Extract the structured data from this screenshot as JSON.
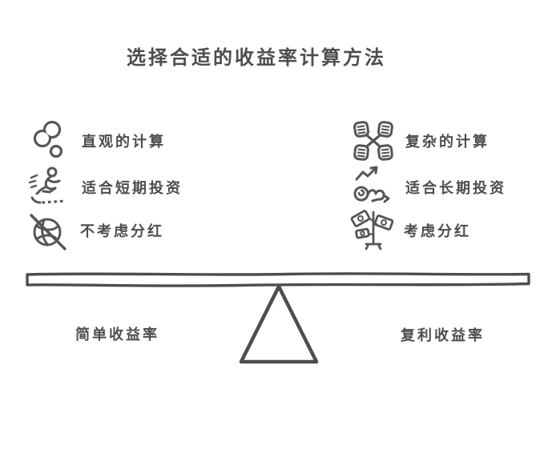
{
  "title": "选择合适的收益率计算方法",
  "left_column": {
    "beam_label": "简单收益率",
    "items": [
      {
        "icon": "circles-cluster-icon",
        "label": "直观的计算"
      },
      {
        "icon": "sprinter-icon",
        "label": "适合短期投资"
      },
      {
        "icon": "no-dividend-icon",
        "label": "不考虑分红"
      }
    ]
  },
  "right_column": {
    "beam_label": "复利收益率",
    "items": [
      {
        "icon": "connected-stacks-icon",
        "label": "复杂的计算"
      },
      {
        "icon": "snail-growth-icon",
        "label": "适合长期投资"
      },
      {
        "icon": "money-tree-icon",
        "label": "考虑分红"
      }
    ]
  },
  "colors": {
    "ink": "#4d4d4d",
    "icon_stroke": "#565656",
    "background": "#ffffff",
    "shape_fill": "#ffffff"
  }
}
